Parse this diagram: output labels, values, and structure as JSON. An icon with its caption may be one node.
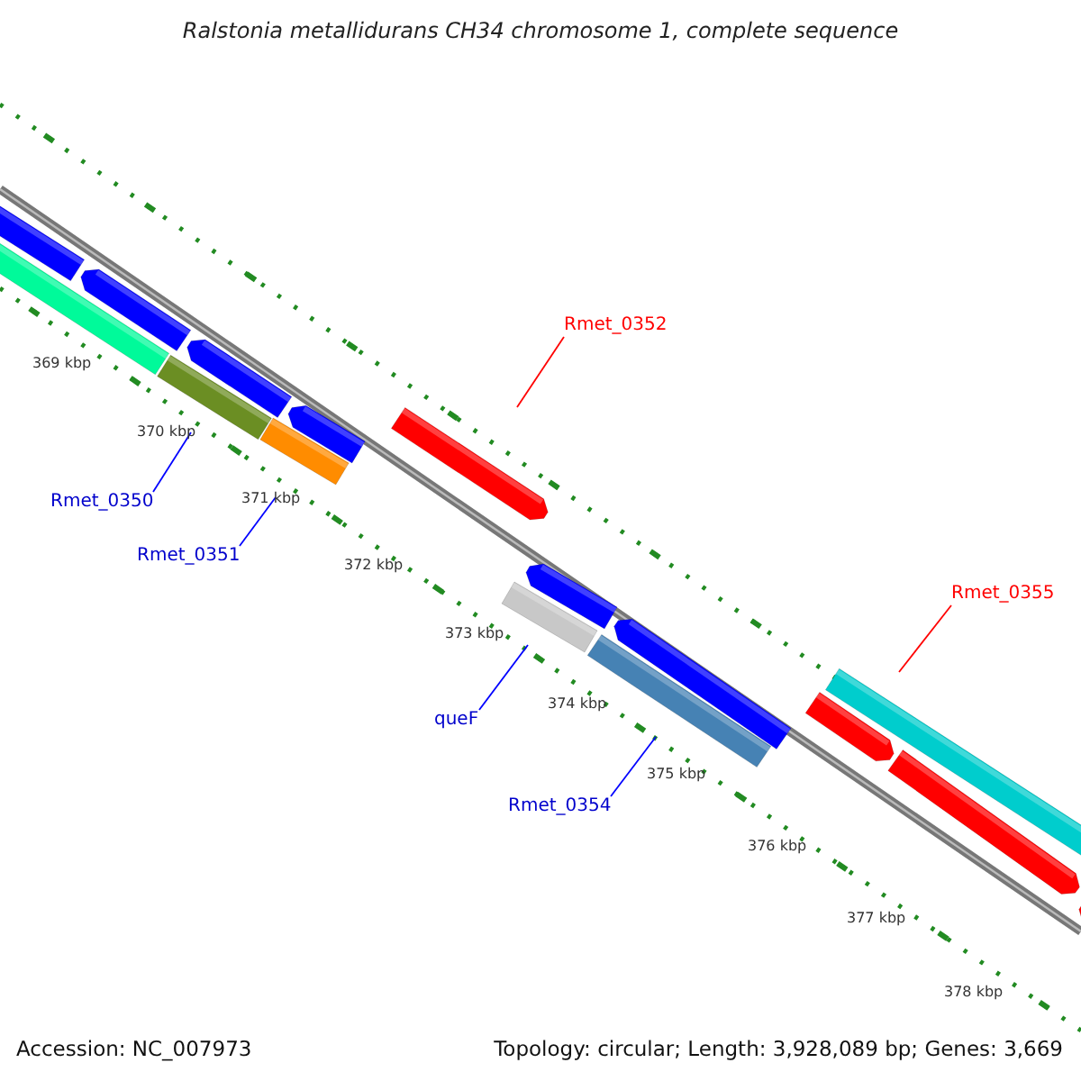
{
  "diagram": {
    "title": "Ralstonia metallidurans CH34 chromosome 1, complete sequence",
    "nodes": [
      {
        "text": [
          "Rmet_0352"
        ]
      },
      {
        "text": [
          "Rmet_0350"
        ]
      },
      {
        "text": [
          "Rmet_0351"
        ]
      },
      {
        "text": [
          "Rmet_0355"
        ]
      },
      {
        "text": [
          "queF"
        ]
      },
      {
        "text": [
          "Rmet_0354"
        ]
      },
      {
        "text": [],
        "shape": "bar"
      },
      {
        "text": [],
        "shape": "bar"
      },
      {
        "text": [],
        "shape": "bar"
      },
      {
        "text": [],
        "shape": "bar"
      },
      {
        "text": [],
        "shape": "bar"
      },
      {
        "text": [],
        "shape": "bar"
      }
    ],
    "edges": [
      {
        "from": 0,
        "to": 8,
        "arrow": "none",
        "color": "#ff0000"
      },
      {
        "from": 1,
        "to": 6,
        "arrow": "none"
      },
      {
        "from": 2,
        "to": 7,
        "arrow": "none"
      },
      {
        "from": 3,
        "to": 11,
        "arrow": "none",
        "color": "#ff0000"
      },
      {
        "from": 4,
        "to": 9,
        "arrow": "none"
      },
      {
        "from": 5,
        "to": 10,
        "arrow": "none"
      }
    ],
    "labels": [
      "369 kbp",
      "370 kbp",
      "371 kbp",
      "372 kbp",
      "373 kbp",
      "374 kbp",
      "375 kbp",
      "376 kbp",
      "377 kbp",
      "378 kbp",
      "Accession: NC_007973",
      "Topology: circular; Length: 3,928,089 bp; Genes: 3,669"
    ]
  }
}
